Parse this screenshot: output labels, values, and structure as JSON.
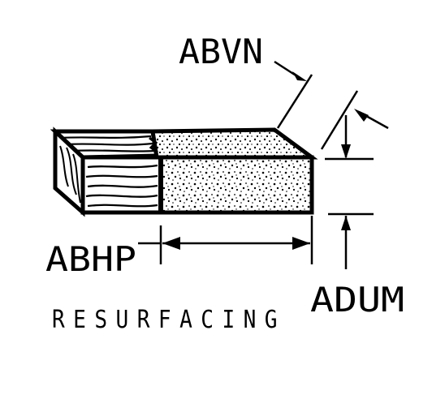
{
  "diagram": {
    "labels": {
      "abvn": "ABVN",
      "abhp": "ABHP",
      "adum": "ADUM",
      "caption": "RESURFACING"
    },
    "colors": {
      "ink": "#000000",
      "paper": "#ffffff"
    },
    "parts": {
      "wood_end": "wood-grain end",
      "abrasive_body": "abrasive surface"
    }
  }
}
